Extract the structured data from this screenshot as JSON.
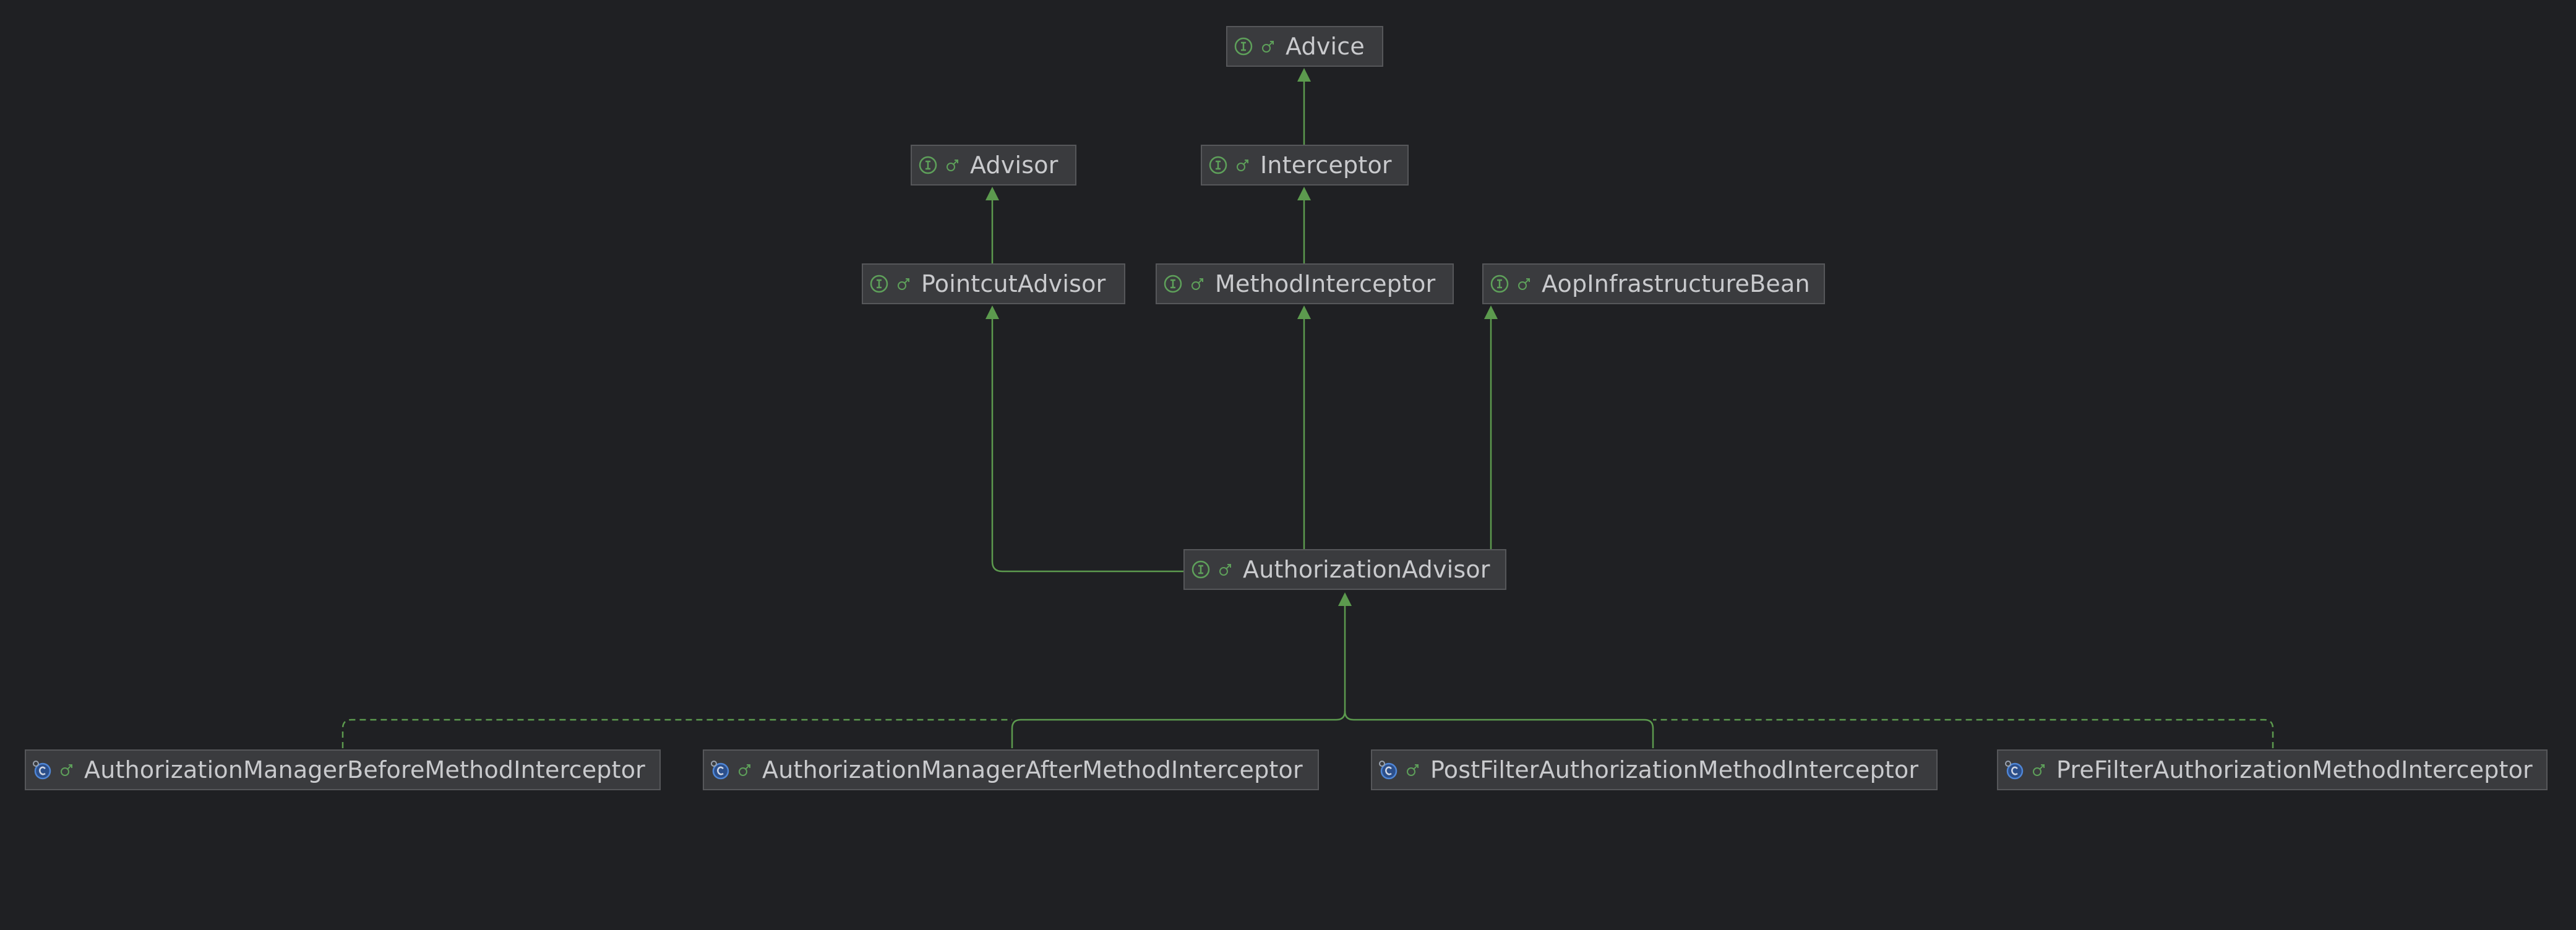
{
  "diagram": {
    "colors": {
      "background": "#1f2023",
      "node_fill": "#3a3b3e",
      "node_border": "#56575a",
      "edge": "#5c9a4e",
      "text": "#c9cacd",
      "interface_icon": "#5ea05a",
      "class_icon": "#4f86d6"
    },
    "nodes": {
      "advice": {
        "label": "Advice",
        "kind": "interface"
      },
      "advisor": {
        "label": "Advisor",
        "kind": "interface"
      },
      "interceptor": {
        "label": "Interceptor",
        "kind": "interface"
      },
      "pointcut_advisor": {
        "label": "PointcutAdvisor",
        "kind": "interface"
      },
      "method_interceptor": {
        "label": "MethodInterceptor",
        "kind": "interface"
      },
      "aop_infrastructure_bean": {
        "label": "AopInfrastructureBean",
        "kind": "interface"
      },
      "authorization_advisor": {
        "label": "AuthorizationAdvisor",
        "kind": "interface"
      },
      "authz_manager_before": {
        "label": "AuthorizationManagerBeforeMethodInterceptor",
        "kind": "class"
      },
      "authz_manager_after": {
        "label": "AuthorizationManagerAfterMethodInterceptor",
        "kind": "class"
      },
      "post_filter": {
        "label": "PostFilterAuthorizationMethodInterceptor",
        "kind": "class"
      },
      "pre_filter": {
        "label": "PreFilterAuthorizationMethodInterceptor",
        "kind": "class"
      }
    },
    "edges": [
      {
        "from": "interceptor",
        "to": "advice",
        "type": "extends"
      },
      {
        "from": "pointcut_advisor",
        "to": "advisor",
        "type": "extends"
      },
      {
        "from": "method_interceptor",
        "to": "interceptor",
        "type": "extends"
      },
      {
        "from": "authorization_advisor",
        "to": "pointcut_advisor",
        "type": "extends"
      },
      {
        "from": "authorization_advisor",
        "to": "method_interceptor",
        "type": "extends"
      },
      {
        "from": "authorization_advisor",
        "to": "aop_infrastructure_bean",
        "type": "extends"
      },
      {
        "from": "authz_manager_before",
        "to": "authorization_advisor",
        "type": "implements"
      },
      {
        "from": "authz_manager_after",
        "to": "authorization_advisor",
        "type": "implements"
      },
      {
        "from": "post_filter",
        "to": "authorization_advisor",
        "type": "implements"
      },
      {
        "from": "pre_filter",
        "to": "authorization_advisor",
        "type": "implements"
      }
    ]
  }
}
